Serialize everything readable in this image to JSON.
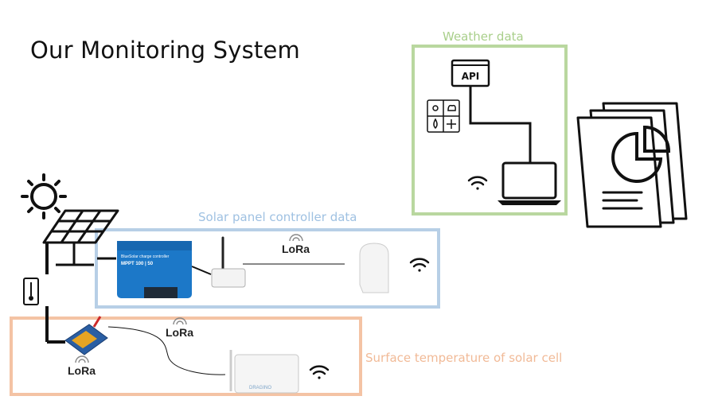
{
  "title": "Our Monitoring System",
  "colors": {
    "weather": "#b9d79f",
    "solar": "#b7cfe6",
    "temperature": "#f4c3a4",
    "controller": "#1c78c8"
  },
  "sections": {
    "weather": {
      "label": "Weather data",
      "api_label": "API"
    },
    "solar": {
      "label": "Solar panel controller data",
      "lora_label": "LoRa",
      "controller_brand": "BlueSolar charge controller",
      "controller_model": "MPPT 100 | 50"
    },
    "temperature": {
      "label": "Surface temperature of solar cell",
      "lora_label_top": "LoRa",
      "lora_label_bottom": "LoRa",
      "gateway_brand": "DRAGINO"
    }
  },
  "icons": [
    "sun-icon",
    "solar-panel-icon",
    "thermometer-icon",
    "weather-grid-icon",
    "api-icon",
    "laptop-icon",
    "wifi-icon",
    "report-icon",
    "pie-chart-icon",
    "lora-gateway-icon",
    "temperature-sensor-board-icon"
  ]
}
